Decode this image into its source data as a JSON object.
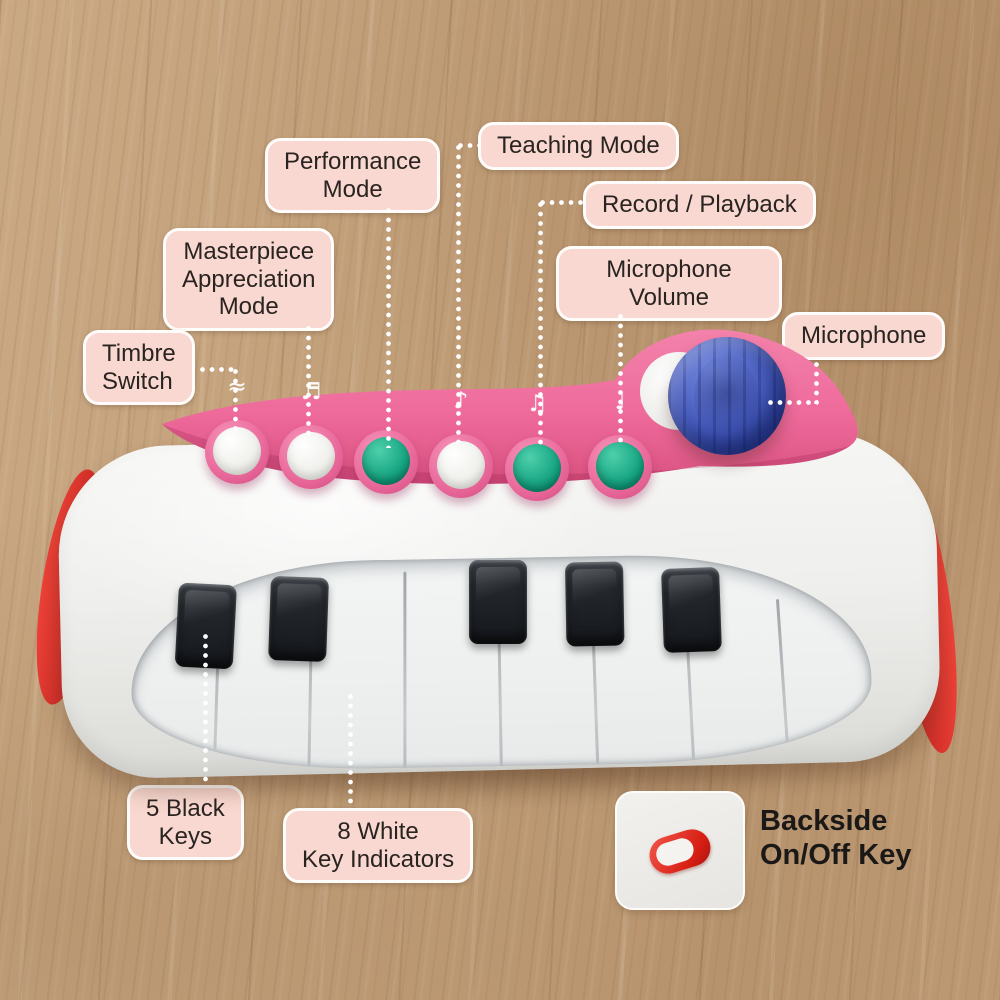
{
  "callouts": {
    "performance_mode": {
      "lines": [
        "Performance",
        "Mode"
      ]
    },
    "teaching_mode": {
      "lines": [
        "Teaching Mode"
      ]
    },
    "record_playback": {
      "lines": [
        "Record / Playback"
      ]
    },
    "masterpiece_mode": {
      "lines": [
        "Masterpiece",
        "Appreciation",
        "Mode"
      ]
    },
    "microphone_volume": {
      "lines": [
        "Microphone",
        "Volume"
      ]
    },
    "microphone": {
      "lines": [
        "Microphone"
      ]
    },
    "timbre_switch": {
      "lines": [
        "Timbre",
        "Switch"
      ]
    },
    "five_black_keys": {
      "lines": [
        "5 Black",
        "Keys"
      ]
    },
    "eight_white_keys": {
      "lines": [
        "8 White",
        "Key Indicators"
      ]
    },
    "backside_key": {
      "lines": [
        "Backside",
        "On/Off Key"
      ]
    }
  },
  "piano": {
    "buttons": [
      {
        "label": "timbre-switch",
        "color": "white",
        "icon": "sound-wave-icon",
        "glyph": "≈"
      },
      {
        "label": "masterpiece-appreciation-mode",
        "color": "white",
        "icon": "singing-bird-icon",
        "glyph": "♬"
      },
      {
        "label": "performance-mode",
        "color": "green",
        "icon": "piano-keys-icon",
        "glyph": ""
      },
      {
        "label": "teaching-mode",
        "color": "white",
        "icon": "bird-icon",
        "glyph": "♪"
      },
      {
        "label": "record-playback",
        "color": "green",
        "icon": "monkey-icon",
        "glyph": "♫"
      },
      {
        "label": "microphone-volume",
        "color": "green",
        "icon": "two-birds-icon",
        "glyph": "♩"
      }
    ],
    "black_key_count": 5,
    "white_key_count": 8
  },
  "colors": {
    "label_bg": "#f8d8d0",
    "label_text": "#2a2421",
    "bar_pink": "#ee6a9b",
    "button_green": "#12a17e",
    "mic_blue": "#4257b9",
    "side_red": "#e03a2f",
    "body_white": "#efefed",
    "black_key": "#1a1e22",
    "toggle_red": "#d81f14",
    "wood": "#c2a07a"
  }
}
